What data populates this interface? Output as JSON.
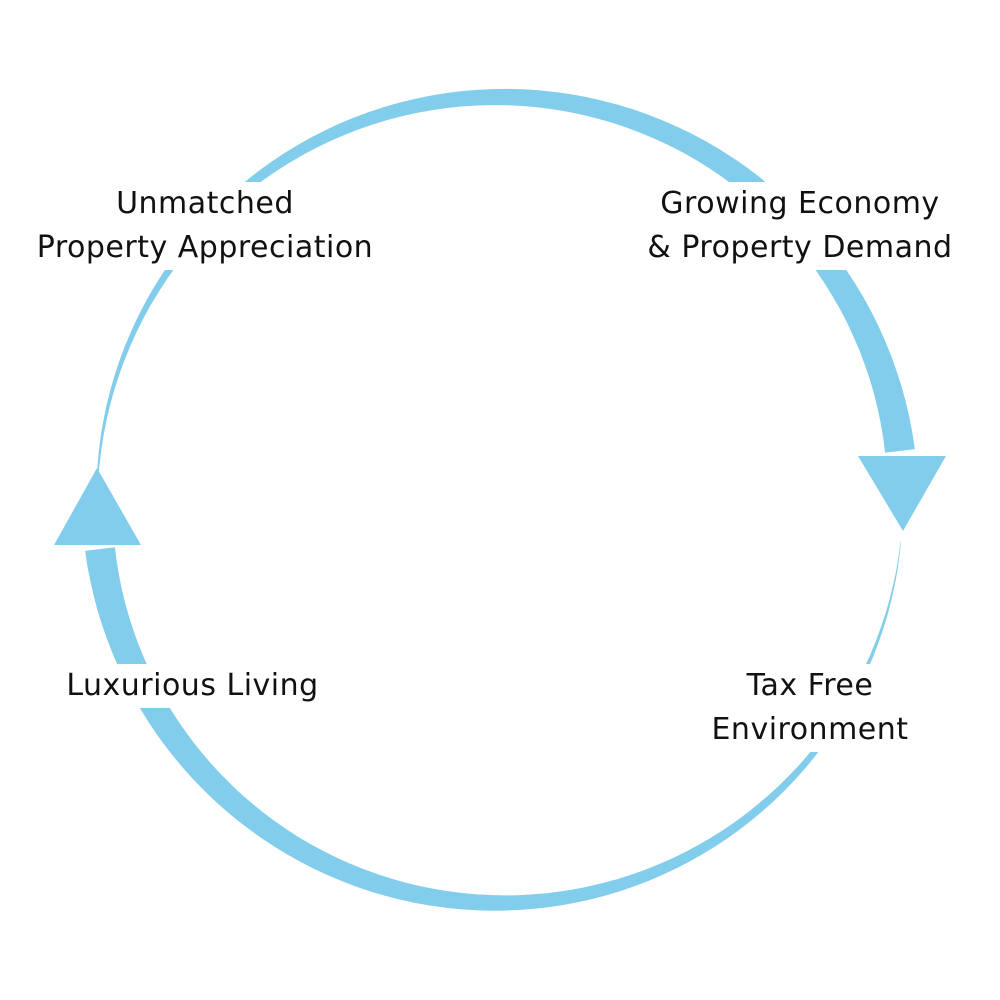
{
  "diagram": {
    "type": "cycle",
    "accent_color": "#82cdeb",
    "text_color": "#111111",
    "background": "#ffffff",
    "direction": "clockwise",
    "nodes": [
      {
        "id": "appreciation",
        "lines": [
          "Unmatched",
          "Property Appreciation"
        ],
        "position": "top-left"
      },
      {
        "id": "economy",
        "lines": [
          "Growing Economy",
          "& Property Demand"
        ],
        "position": "top-right"
      },
      {
        "id": "tax",
        "lines": [
          "Tax Free",
          "Environment"
        ],
        "position": "bottom-right"
      },
      {
        "id": "living",
        "lines": [
          "Luxurious Living"
        ],
        "position": "bottom-left"
      }
    ],
    "arrows": [
      {
        "name": "top-arc-arrow",
        "from": "appreciation",
        "to": "tax",
        "icon": "arrow-down-icon"
      },
      {
        "name": "bottom-arc-arrow",
        "from": "tax",
        "to": "appreciation",
        "icon": "arrow-up-icon"
      }
    ]
  }
}
